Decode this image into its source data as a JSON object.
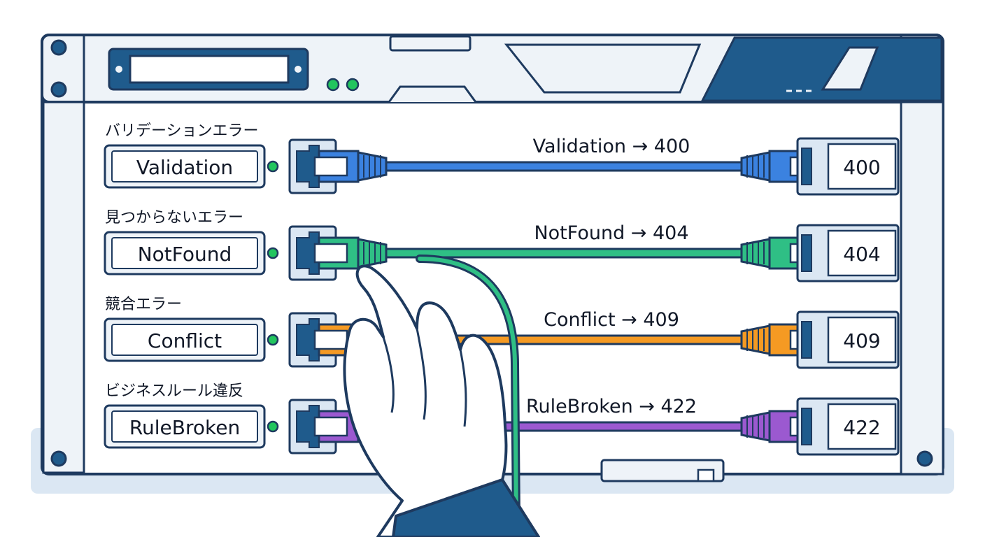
{
  "colors": {
    "outline": "#1e3a5f",
    "panel": "#eef3f8",
    "panel_dark": "#1f5b8c",
    "led": "#22c55e",
    "base": "#dbe7f3"
  },
  "routes": [
    {
      "jp_label": "バリデーションエラー",
      "source": "Validation",
      "route": "Validation → 400",
      "status": "400",
      "color": "#3b82e0"
    },
    {
      "jp_label": "見つからないエラー",
      "source": "NotFound",
      "route": "NotFound → 404",
      "status": "404",
      "color": "#2fbf85"
    },
    {
      "jp_label": "競合エラー",
      "source": "Conflict",
      "route": "Conflict → 409",
      "status": "409",
      "color": "#f59a23"
    },
    {
      "jp_label": "ビジネスルール違反",
      "source": "RuleBroken",
      "route": "RuleBroken → 422",
      "status": "422",
      "color": "#9b59d0"
    }
  ]
}
